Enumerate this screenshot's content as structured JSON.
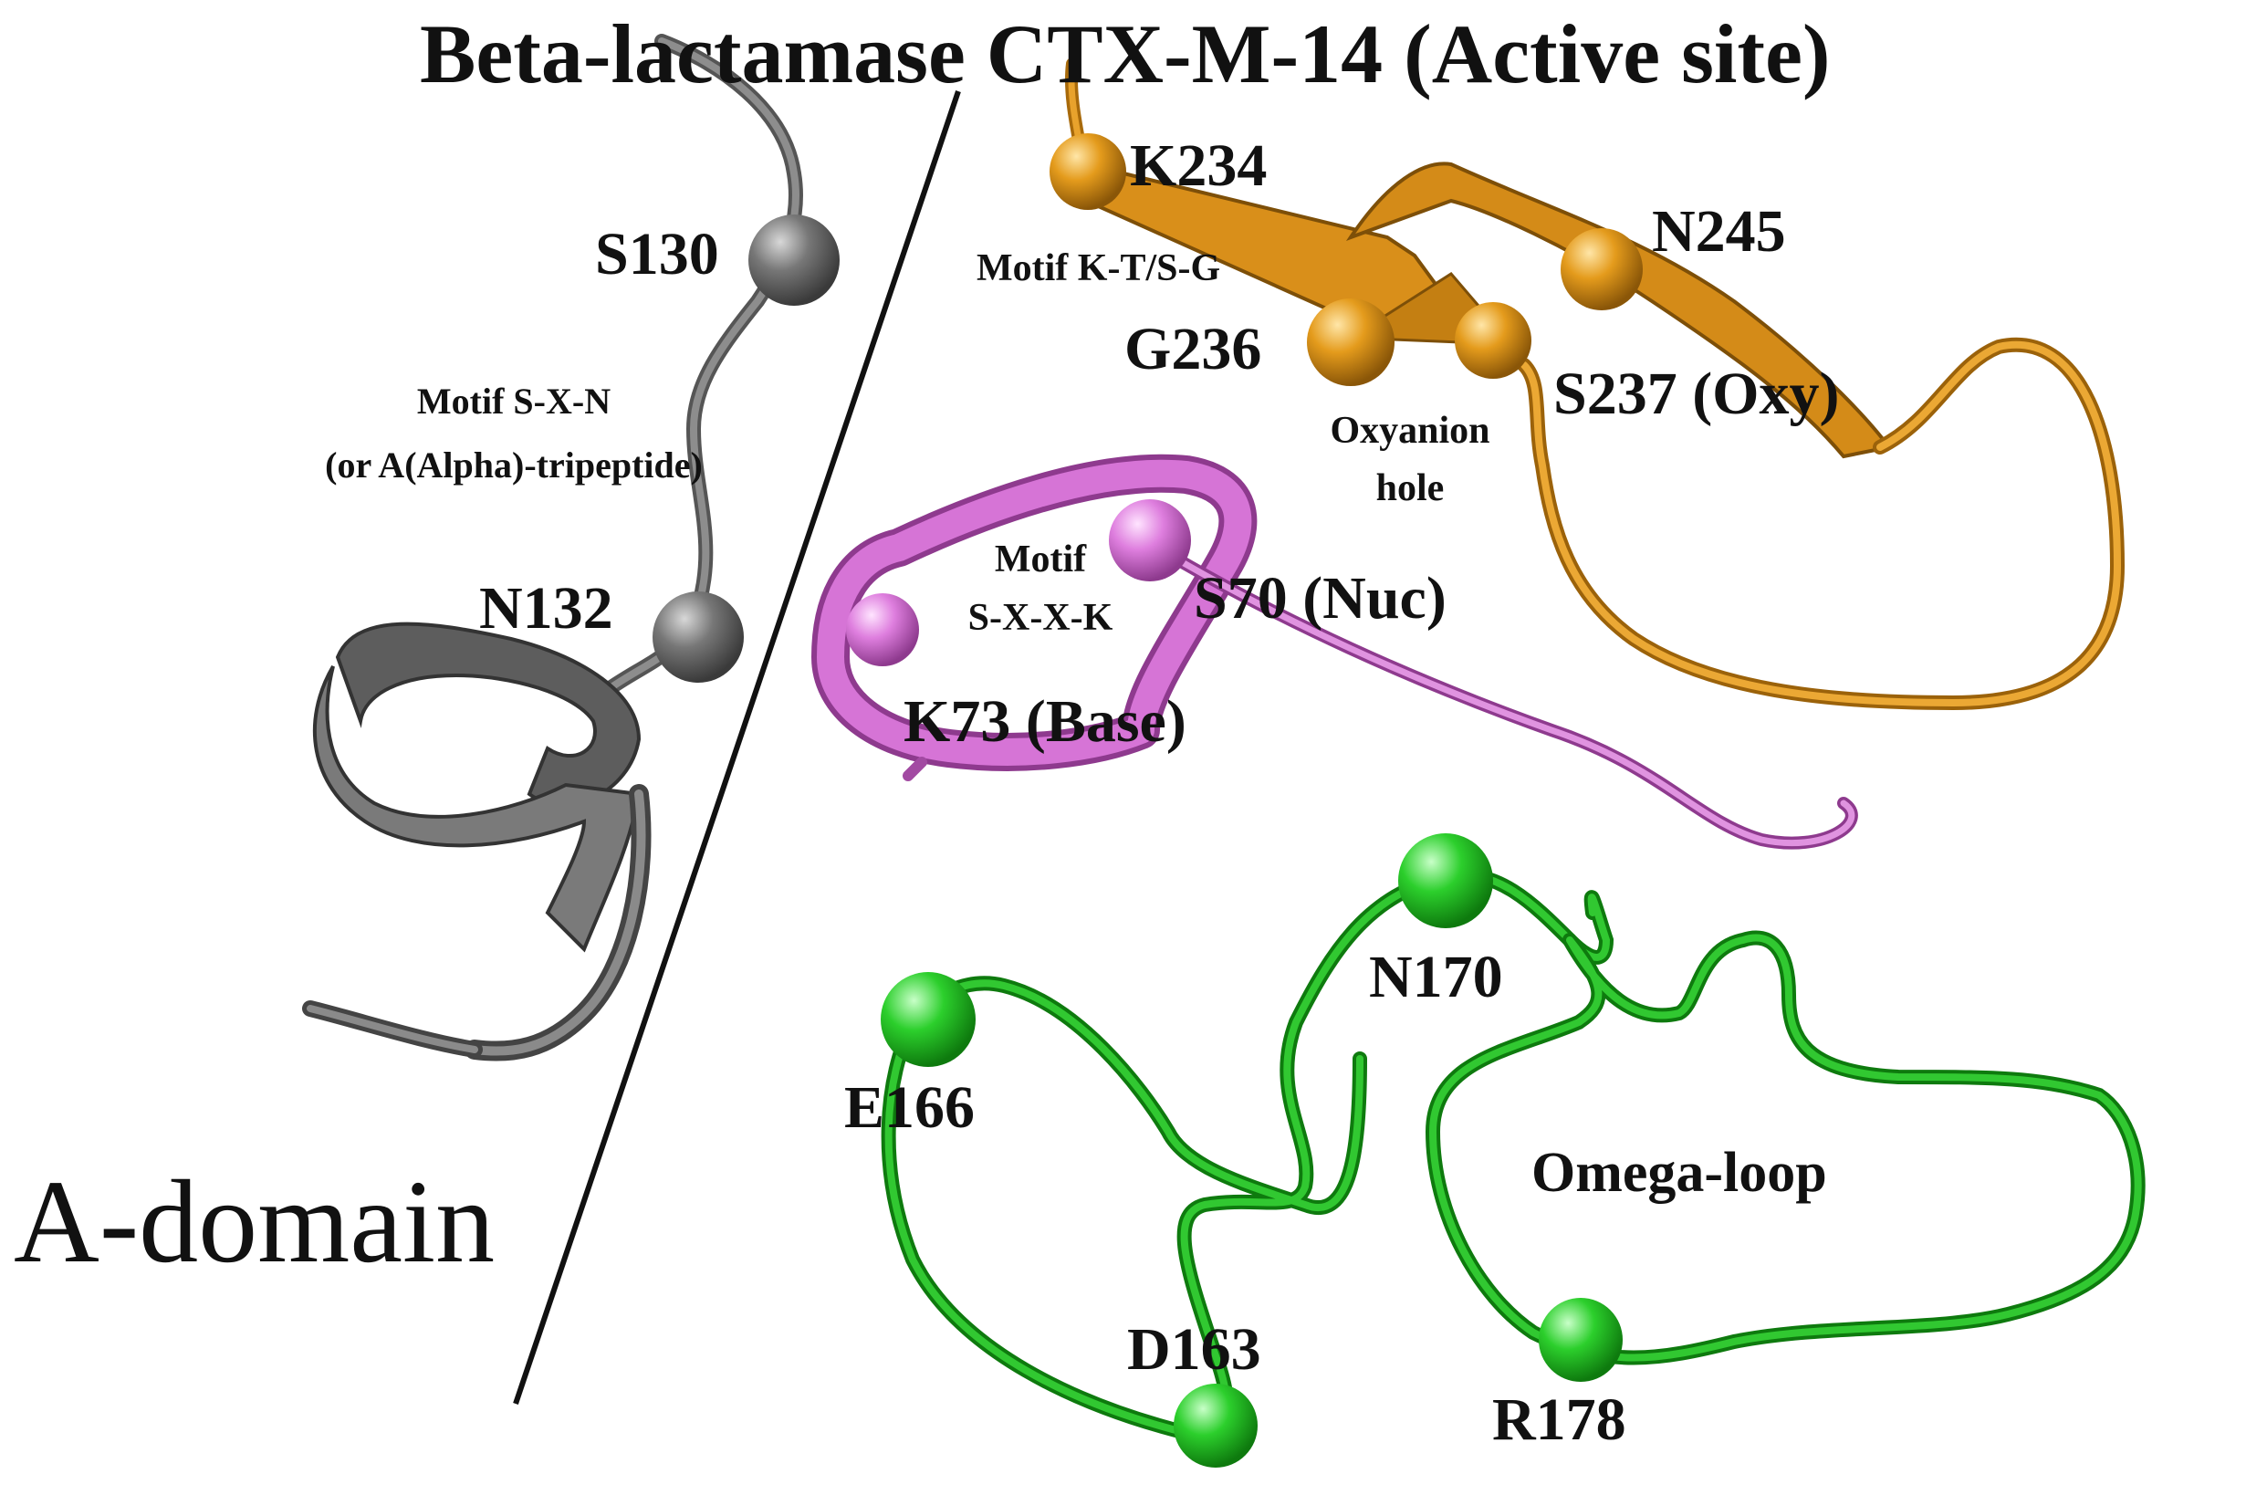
{
  "title": "Beta-lactamase CTX-M-14 (Active site)",
  "domain_label": "A-domain",
  "colors": {
    "gray": "#6e6e6e",
    "orange": "#e09a1f",
    "violet": "#d97bd9",
    "green": "#2fc52f",
    "text": "#111111"
  },
  "residues": {
    "s130": "S130",
    "n132": "N132",
    "k234": "K234",
    "g236": "G236",
    "s237": "S237 (Oxy)",
    "n245": "N245",
    "s70": "S70 (Nuc)",
    "k73": "K73 (Base)",
    "n170": "N170",
    "e166": "E166",
    "d163": "D163",
    "r178": "R178"
  },
  "motifs": {
    "sxn_line1": "Motif S-X-N",
    "sxn_line2": "(or A(Alpha)-tripeptide)",
    "ktsg": "Motif K-T/S-G",
    "sxxk_line1": "Motif",
    "sxxk_line2": "S-X-X-K",
    "oxyanion_line1": "Oxyanion",
    "oxyanion_line2": "hole",
    "omega": "Omega-loop"
  }
}
